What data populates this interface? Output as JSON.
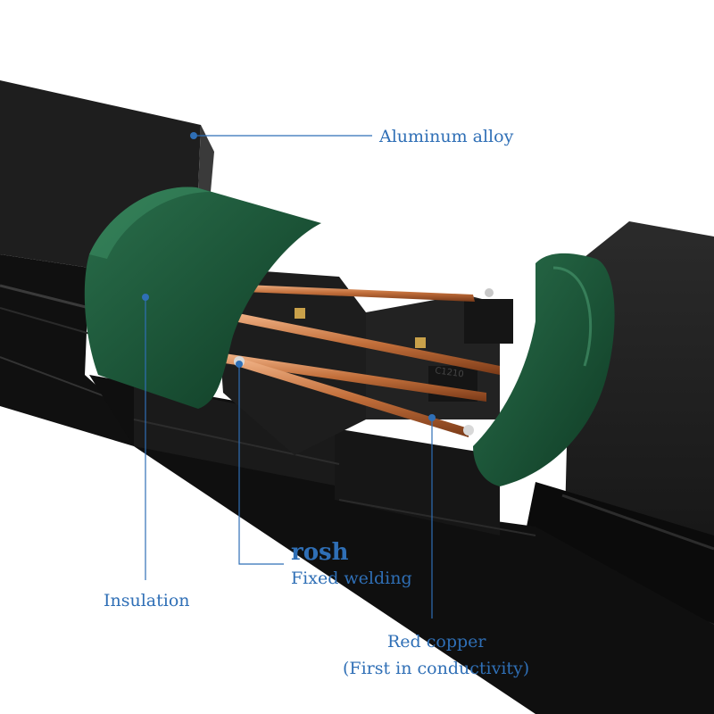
{
  "annotations": {
    "aluminum": "Aluminum alloy",
    "insulation": "Insulation",
    "rosh": "rosh",
    "fixed_welding": "Fixed welding",
    "red_copper": "Red copper",
    "conductivity": "(First in conductivity)",
    "conn_mark": "C1210"
  },
  "colors": {
    "annotation": "#2f6fb6",
    "housing": "#161616",
    "insulation_tape": "#1d5a3c",
    "copper": "#c87a45"
  }
}
